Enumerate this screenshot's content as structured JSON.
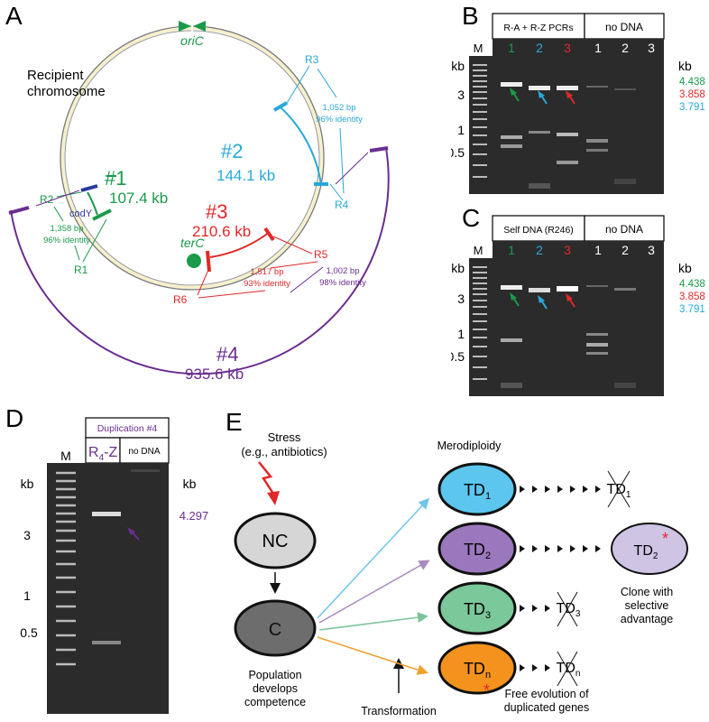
{
  "panels": {
    "A": "A",
    "B": "B",
    "C": "C",
    "D": "D",
    "E": "E"
  },
  "colors": {
    "green": "#1a9a4a",
    "cyan": "#29a8d8",
    "red": "#e02828",
    "purple": "#6b2d90",
    "gel": "#2a2a2a",
    "blue": "#2a3aa0"
  },
  "panelA": {
    "recipient": [
      "Recipient",
      "chromosome"
    ],
    "oriC": "oriC",
    "terC": "terC",
    "codY": "codY",
    "dup1": {
      "num": "#1",
      "size": "107.4 kb",
      "bp": "1,358 bp",
      "identity": "96% identity",
      "r_left": "R2",
      "r_right": "R1"
    },
    "dup2": {
      "num": "#2",
      "size": "144.1 kb",
      "bp": "1,052 bp",
      "identity": "96% identity",
      "r_left": "R3",
      "r_right": "R4"
    },
    "dup3": {
      "num": "#3",
      "size": "210.6 kb",
      "bp": "1,517 bp",
      "identity": "93% identity",
      "r_left": "R5",
      "r_right": "R6"
    },
    "dup4": {
      "num": "#4",
      "size": "935.6 kb",
      "bp": "1,002 bp",
      "identity": "98% identity"
    }
  },
  "panelB": {
    "header_left": "R-A + R-Z PCRs",
    "header_right": "no DNA",
    "marker": "M",
    "lanes_left": [
      "1",
      "2",
      "3"
    ],
    "lanes_right": [
      "1",
      "2",
      "3"
    ],
    "kb": "kb",
    "ticks": [
      "3",
      "1",
      "0.5"
    ],
    "sizes": [
      "4.438",
      "3.858",
      "3.791"
    ]
  },
  "panelC": {
    "header_left": "Self DNA (R246)",
    "header_right": "no DNA",
    "marker": "M",
    "lanes_left": [
      "1",
      "2",
      "3"
    ],
    "lanes_right": [
      "1",
      "2",
      "3"
    ],
    "kb": "kb",
    "ticks": [
      "3",
      "1",
      "0.5"
    ],
    "sizes": [
      "4.438",
      "3.858",
      "3.791"
    ]
  },
  "panelD": {
    "header": "Duplication #4",
    "marker": "M",
    "lane1": "R",
    "lane1_sub": "4",
    "lane1_suffix": "-Z",
    "lane2": "no DNA",
    "kb": "kb",
    "ticks": [
      "3",
      "1",
      "0.5"
    ],
    "size": "4.297"
  },
  "panelE": {
    "stress": [
      "Stress",
      "(e.g., antibiotics)"
    ],
    "nc": "NC",
    "c": "C",
    "population": [
      "Population",
      "develops",
      "competence"
    ],
    "merodiploidy": "Merodiploidy",
    "transformation": "Transformation",
    "td1": "TD",
    "td1_sub": "1",
    "td2": "TD",
    "td2_sub": "2",
    "td3": "TD",
    "td3_sub": "3",
    "tdn": "TD",
    "tdn_sub": "n",
    "clone": [
      "Clone with",
      "selective",
      "advantage"
    ],
    "asterisk": "*",
    "free": [
      "Free evolution of",
      "duplicated genes"
    ]
  }
}
